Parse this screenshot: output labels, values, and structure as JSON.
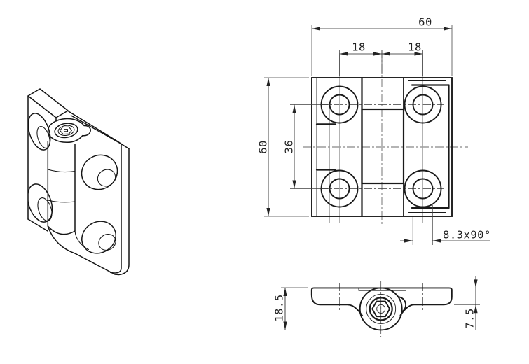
{
  "page": {
    "background": "#ffffff"
  },
  "style": {
    "line_color": "#1a1a1a",
    "dimension_color": "#222222",
    "centerline_color": "#3a3a3a",
    "projection_color": "#a0a0a0"
  },
  "dimensions": {
    "top_width": "60",
    "left_height": "60",
    "pitch_left": "18",
    "pitch_right": "18",
    "pitch_vertical": "36",
    "countersink": "8.3x90°",
    "side_height": "18.5",
    "leaf_thickness": "7.5"
  }
}
